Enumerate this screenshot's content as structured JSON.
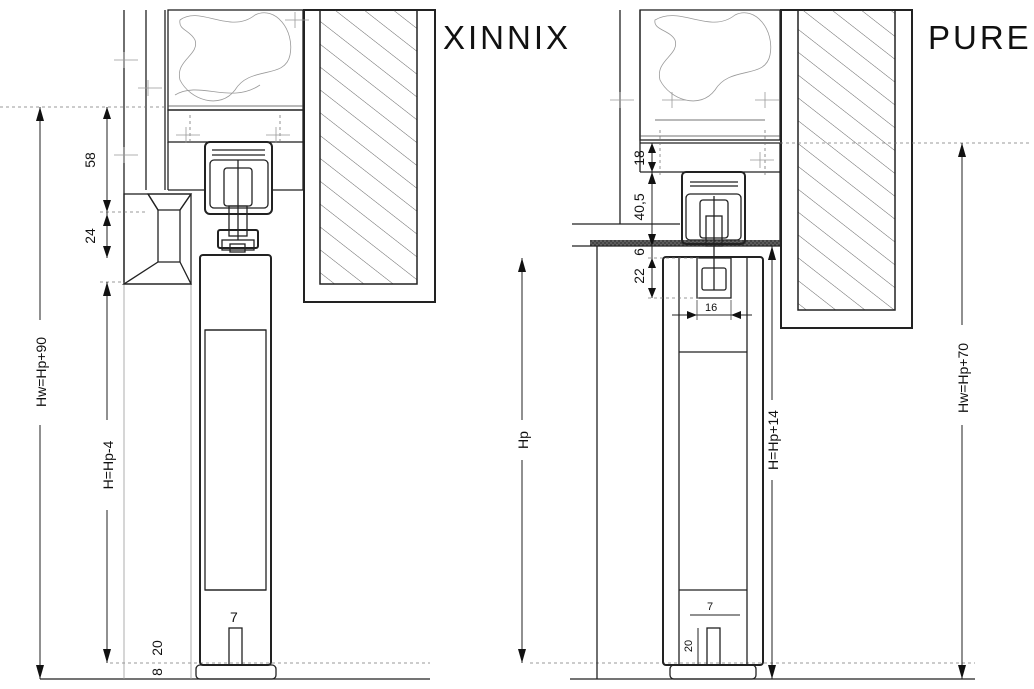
{
  "titles": {
    "left": "XINNIX",
    "right": "PURE"
  },
  "left_dimensions": {
    "hw": "Hw=Hp+90",
    "d58": "58",
    "d24": "24",
    "h": "H=Hp-4",
    "hp": "Hp",
    "d7": "7",
    "d20": "20",
    "d8": "8"
  },
  "right_dimensions": {
    "d18": "18",
    "d40_5": "40,5",
    "d6": "6",
    "d22": "22",
    "d16": "16",
    "h": "H=Hp+14",
    "hw": "Hw=Hp+70",
    "d7": "7",
    "d20": "20"
  }
}
